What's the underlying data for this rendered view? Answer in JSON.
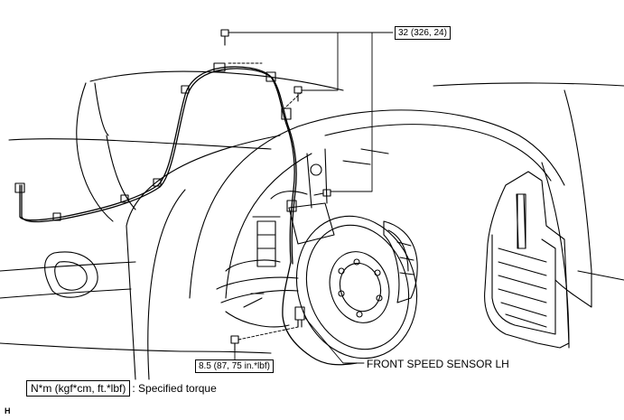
{
  "callouts": {
    "upper_torque": "32 (326, 24)",
    "lower_torque": "8.5 (87, 75 in.*lbf)",
    "sensor_name": "FRONT SPEED SENSOR LH"
  },
  "legend": {
    "symbol": "N*m (kgf*cm, ft.*lbf)",
    "meaning": ": Specified torque"
  },
  "corner_code": "H"
}
